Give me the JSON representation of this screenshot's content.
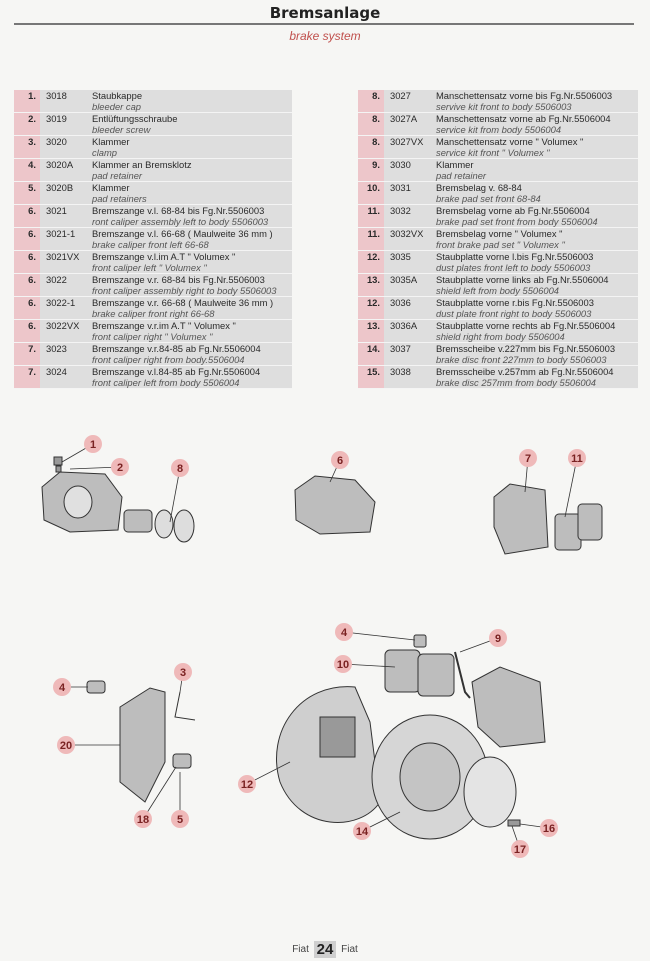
{
  "header": {
    "title": "Bremsanlage",
    "subtitle": "brake system"
  },
  "left_parts": [
    {
      "num": "1.",
      "code": "3018",
      "de": "Staubkappe",
      "en": "bleeder cap"
    },
    {
      "num": "2.",
      "code": "3019",
      "de": "Entlüftungsschraube",
      "en": "bleeder screw"
    },
    {
      "num": "3.",
      "code": "3020",
      "de": "Klammer",
      "en": "clamp"
    },
    {
      "num": "4.",
      "code": "3020A",
      "de": "Klammer an Bremsklotz",
      "en": "pad retainer"
    },
    {
      "num": "5.",
      "code": "3020B",
      "de": "Klammer",
      "en": "pad retainers"
    },
    {
      "num": "6.",
      "code": "3021",
      "de": "Bremszange v.l. 68-84 bis Fg.Nr.5506003",
      "en": "ront caliper assembly left to body 5506003"
    },
    {
      "num": "6.",
      "code": "3021-1",
      "de": "Bremszange v.l. 66-68 ( Maulweite 36 mm )",
      "en": "brake caliper front left 66-68"
    },
    {
      "num": "6.",
      "code": "3021VX",
      "de": "Bremszange v.l.im A.T \" Volumex \"",
      "en": "front caliper left \" Volumex \""
    },
    {
      "num": "6.",
      "code": "3022",
      "de": "Bremszange v.r. 68-84 bis Fg.Nr.5506003",
      "en": "front caliper assembly right to body 5506003"
    },
    {
      "num": "6.",
      "code": "3022-1",
      "de": "Bremszange v.r. 66-68 ( Maulweite 36 mm )",
      "en": "brake caliper front right 66-68"
    },
    {
      "num": "6.",
      "code": "3022VX",
      "de": "Bremszange v.r.im A.T \" Volumex \"",
      "en": "front caliper right \" Volumex \""
    },
    {
      "num": "7.",
      "code": "3023",
      "de": "Bremszange v.r.84-85 ab Fg.Nr.5506004",
      "en": "front caliper right from body.5506004"
    },
    {
      "num": "7.",
      "code": "3024",
      "de": "Bremszange v.l.84-85 ab Fg.Nr.5506004",
      "en": "front caliper left from body 5506004"
    }
  ],
  "right_parts": [
    {
      "num": "8.",
      "code": "3027",
      "de": "Manschettensatz vorne bis Fg.Nr.5506003",
      "en": "servive kit front to body 5506003"
    },
    {
      "num": "8.",
      "code": "3027A",
      "de": "Manschettensatz vorne ab Fg.Nr.5506004",
      "en": "service kit from body 5506004"
    },
    {
      "num": "8.",
      "code": "3027VX",
      "de": "Manschettensatz vorne \" Volumex \"",
      "en": "service kit front \" Volumex \""
    },
    {
      "num": "9.",
      "code": "3030",
      "de": "Klammer",
      "en": "pad retainer"
    },
    {
      "num": "10.",
      "code": "3031",
      "de": "Bremsbelag v. 68-84",
      "en": "brake pad set front 68-84"
    },
    {
      "num": "11.",
      "code": "3032",
      "de": "Bremsbelag vorne ab Fg.Nr.5506004",
      "en": "brake pad set front from body 5506004"
    },
    {
      "num": "11.",
      "code": "3032VX",
      "de": "Bremsbelag vorne \" Volumex \"",
      "en": "front brake pad set \" Volumex \""
    },
    {
      "num": "12.",
      "code": "3035",
      "de": "Staubplatte vorne l.bis Fg.Nr.5506003",
      "en": "dust plates front left to body 5506003"
    },
    {
      "num": "13.",
      "code": "3035A",
      "de": "Staubplatte vorne links ab Fg.Nr.5506004",
      "en": "shield left from body 5506004"
    },
    {
      "num": "12.",
      "code": "3036",
      "de": "Staubplatte vorne r.bis Fg.Nr.5506003",
      "en": "dust plate front right to body 5506003"
    },
    {
      "num": "13.",
      "code": "3036A",
      "de": "Staubplatte vorne rechts ab Fg.Nr.5506004",
      "en": "shield right from body 5506004"
    },
    {
      "num": "14.",
      "code": "3037",
      "de": "Bremsscheibe v.227mm bis Fg.Nr.5506003",
      "en": "brake disc front 227mm to body 5506003"
    },
    {
      "num": "15.",
      "code": "3038",
      "de": "Bremsscheibe v.257mm ab Fg.Nr.5506004",
      "en": "brake disc 257mm from body 5506004"
    }
  ],
  "callouts": [
    "1",
    "2",
    "8",
    "6",
    "7",
    "11",
    "4",
    "9",
    "10",
    "3",
    "4",
    "20",
    "12",
    "18",
    "5",
    "14",
    "16",
    "17"
  ],
  "footer": {
    "left": "Fiat",
    "page": "24",
    "right": "Fiat"
  },
  "colors": {
    "accent": "#c0504d",
    "callout_fill": "#efb9b9",
    "num_col": "#edc6ca"
  }
}
